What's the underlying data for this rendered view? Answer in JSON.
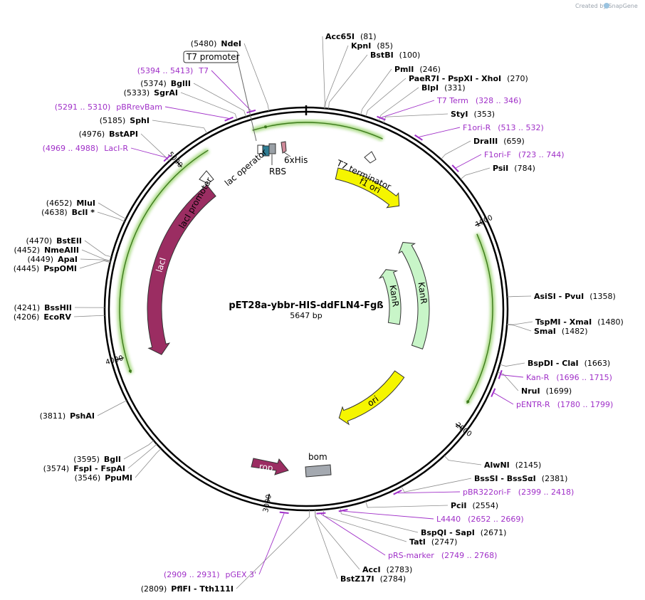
{
  "watermark": "Created by SnapGene",
  "plasmid": {
    "name": "pET28a-ybbr-HIS-ddFLN4-Fgß",
    "length": 5647,
    "length_label": "5647 bp"
  },
  "colors": {
    "primer": "#a030c8",
    "lacI": "#9b2d62",
    "yellow": "#f5f500",
    "kanR": "#c8f5c8",
    "bom": "#a4a9b0",
    "rbs": "#9aa0a6",
    "laco": "#2e7d94",
    "his": "#d08a9a",
    "green_glow": "#90d060"
  },
  "ticks": [
    {
      "pos": 1000,
      "label": "1000"
    },
    {
      "pos": 2000,
      "label": "2000"
    },
    {
      "pos": 3000,
      "label": "3000"
    },
    {
      "pos": 4000,
      "label": "4000"
    },
    {
      "pos": 5000,
      "label": "5000"
    }
  ],
  "enzymes": [
    {
      "name": "Acc65I",
      "pos_text": "(81)",
      "pos": 81
    },
    {
      "name": "KpnI",
      "pos_text": "(85)",
      "pos": 85
    },
    {
      "name": "BstBI",
      "pos_text": "(100)",
      "pos": 100
    },
    {
      "name": "PmlI",
      "pos_text": "(246)",
      "pos": 246
    },
    {
      "name": "PaeR7I   - PspXI   - XhoI",
      "pos_text": "(270)",
      "pos": 270
    },
    {
      "name": "BlpI",
      "pos_text": "(331)",
      "pos": 331
    },
    {
      "name": "StyI",
      "pos_text": "(353)",
      "pos": 353
    },
    {
      "name": "DraIII",
      "pos_text": "(659)",
      "pos": 659
    },
    {
      "name": "PsiI",
      "pos_text": "(784)",
      "pos": 784
    },
    {
      "name": "AsiSI   - PvuI",
      "pos_text": "(1358)",
      "pos": 1358
    },
    {
      "name": "TspMI   - XmaI",
      "pos_text": "(1480)",
      "pos": 1480
    },
    {
      "name": "SmaI",
      "pos_text": "(1482)",
      "pos": 1482
    },
    {
      "name": "BspDI   - ClaI",
      "pos_text": "(1663)",
      "pos": 1663
    },
    {
      "name": "NruI",
      "pos_text": "(1699)",
      "pos": 1699
    },
    {
      "name": "AlwNI",
      "pos_text": "(2145)",
      "pos": 2145
    },
    {
      "name": "BssSI   - BssSαI",
      "pos_text": "(2381)",
      "pos": 2381
    },
    {
      "name": "PciI",
      "pos_text": "(2554)",
      "pos": 2554
    },
    {
      "name": "BspQI   - SapI",
      "pos_text": "(2671)",
      "pos": 2671
    },
    {
      "name": "TatI",
      "pos_text": "(2747)",
      "pos": 2747
    },
    {
      "name": "AccI",
      "pos_text": "(2783)",
      "pos": 2783
    },
    {
      "name": "BstZ17I",
      "pos_text": "(2784)",
      "pos": 2784
    },
    {
      "name": "PflFI   - Tth111I",
      "pos_text": "(2809)",
      "pos": 2809
    },
    {
      "name": "PpuMI",
      "pos_text": "(3546)",
      "pos": 3546
    },
    {
      "name": "FspI   - FspAI",
      "pos_text": "(3574)",
      "pos": 3574
    },
    {
      "name": "BglI",
      "pos_text": "(3595)",
      "pos": 3595
    },
    {
      "name": "PshAI",
      "pos_text": "(3811)",
      "pos": 3811
    },
    {
      "name": "EcoRV",
      "pos_text": "(4206)",
      "pos": 4206
    },
    {
      "name": "BssHII",
      "pos_text": "(4241)",
      "pos": 4241
    },
    {
      "name": "PspOMI",
      "pos_text": "(4445)",
      "pos": 4445
    },
    {
      "name": "ApaI",
      "pos_text": "(4449)",
      "pos": 4449
    },
    {
      "name": "NmeAIII",
      "pos_text": "(4452)",
      "pos": 4452
    },
    {
      "name": "BstEII",
      "pos_text": "(4470)",
      "pos": 4470
    },
    {
      "name": "BclI *",
      "pos_text": "(4638)",
      "pos": 4638
    },
    {
      "name": "MluI",
      "pos_text": "(4652)",
      "pos": 4652
    },
    {
      "name": "BstAPI",
      "pos_text": "(4976)",
      "pos": 4976
    },
    {
      "name": "SphI",
      "pos_text": "(5185)",
      "pos": 5185
    },
    {
      "name": "SgrAI",
      "pos_text": "(5333)",
      "pos": 5333
    },
    {
      "name": "BglII",
      "pos_text": "(5374)",
      "pos": 5374
    },
    {
      "name": "NdeI",
      "pos_text": "(5480)",
      "pos": 5480
    }
  ],
  "primers": [
    {
      "name": "T7 Term",
      "range": "(328 .. 346)",
      "pos": 337
    },
    {
      "name": "F1ori-R",
      "range": "(513 .. 532)",
      "pos": 522
    },
    {
      "name": "F1ori-F",
      "range": "(723 .. 744)",
      "pos": 733
    },
    {
      "name": "Kan-R",
      "range": "(1696 .. 1715)",
      "pos": 1705
    },
    {
      "name": "pENTR-R",
      "range": "(1780 .. 1799)",
      "pos": 1790
    },
    {
      "name": "pBR322ori-F",
      "range": "(2399 .. 2418)",
      "pos": 2408
    },
    {
      "name": "L4440",
      "range": "(2652 .. 2669)",
      "pos": 2660
    },
    {
      "name": "pRS-marker",
      "range": "(2749 .. 2768)",
      "pos": 2758
    },
    {
      "name": "pGEX 3'",
      "range": "(2909 .. 2931)",
      "pos": 2920
    },
    {
      "name": "LacI-R",
      "range": "(4969 .. 4988)",
      "pos": 4978
    },
    {
      "name": "pBRrevBam",
      "range": "(5291 .. 5310)",
      "pos": 5300
    },
    {
      "name": "T7",
      "range": "(5394 .. 5413)",
      "pos": 5403
    }
  ],
  "features": [
    {
      "name": "f1 ori",
      "start": 200,
      "end": 660,
      "color": "#f5f500",
      "radius": 195,
      "arrow": "cw"
    },
    {
      "name": "KanR",
      "start": 870,
      "end": 1710,
      "color": "#c8f5c8",
      "radius": 165,
      "arrow": "ccw"
    },
    {
      "name": "KanR",
      "start": 1000,
      "end": 1560,
      "color": "#c8f5c8",
      "radius": 125,
      "arrow": "ccw"
    },
    {
      "name": "ori",
      "start": 1960,
      "end": 2560,
      "color": "#f5f500",
      "radius": 160,
      "arrow": "cw"
    },
    {
      "name": "lacI",
      "start": 3960,
      "end": 5040,
      "color": "#9b2d62",
      "radius": 213,
      "arrow": "ccw"
    }
  ],
  "small_features": [
    {
      "name": "T7 terminator"
    },
    {
      "name": "lacI promoter"
    },
    {
      "name": "lac operator"
    },
    {
      "name": "RBS"
    },
    {
      "name": "6xHis"
    },
    {
      "name": "bom"
    },
    {
      "name": "rop"
    },
    {
      "name": "T7 promoter"
    }
  ]
}
